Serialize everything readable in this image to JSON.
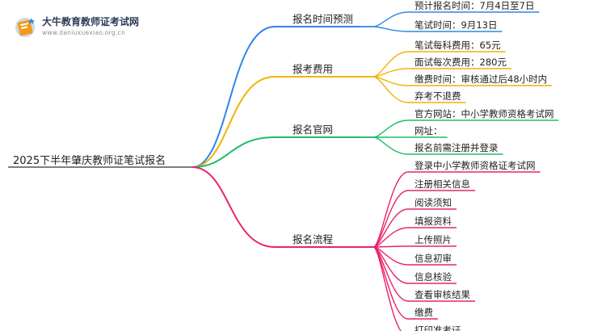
{
  "logo": {
    "title": "大牛教育教师证考试网",
    "url": "www.daniuxuexiao.org.cn",
    "icon": "book-badge-icon"
  },
  "root": {
    "label": "2025下半年肇庆教师证笔试报名"
  },
  "branches": [
    {
      "label": "报名时间预测",
      "color": "#2f86e8",
      "leaves": [
        "预计报名时间：7月4日至7日",
        "笔试时间：9月13日"
      ]
    },
    {
      "label": "报考费用",
      "color": "#f0b400",
      "leaves": [
        "笔试每科费用：65元",
        "面试每次费用：280元",
        "缴费时间：审核通过后48小时内",
        "弃考不退费"
      ]
    },
    {
      "label": "报名官网",
      "color": "#1dbd6a",
      "leaves": [
        "官方网站：中小学教师资格考试网",
        "网址：",
        "报名前需注册并登录"
      ]
    },
    {
      "label": "报名流程",
      "color": "#e8246e",
      "leaves": [
        "登录中小学教师资格证考试网",
        "注册相关信息",
        "阅读须知",
        "填报资料",
        "上传照片",
        "信息初审",
        "信息核验",
        "查看审核结果",
        "缴费",
        "打印准考证"
      ]
    }
  ]
}
